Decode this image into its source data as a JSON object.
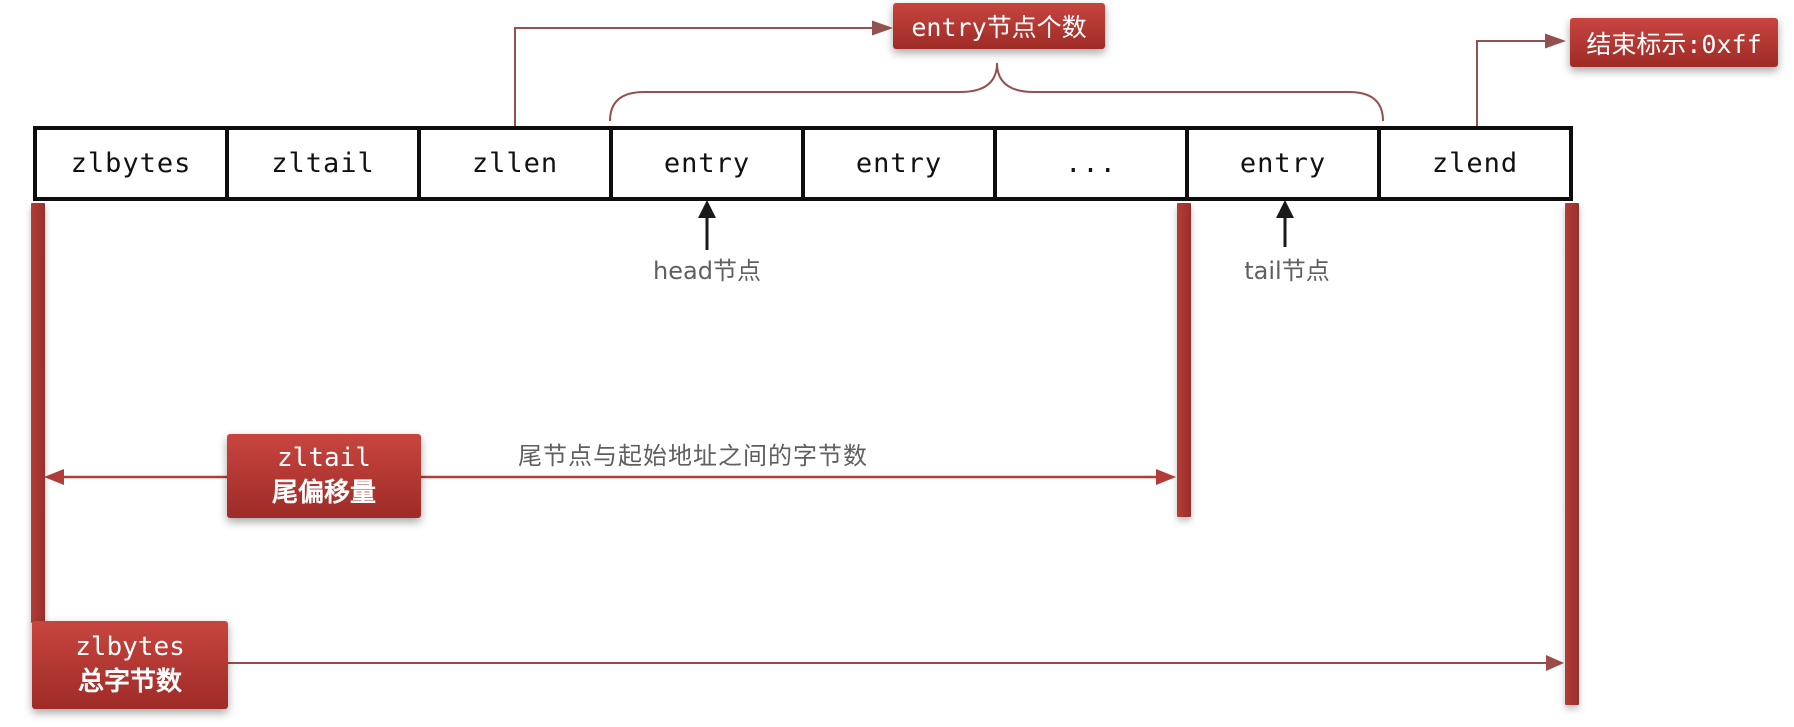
{
  "diagram_title": "Redis ziplist structure",
  "colors": {
    "label_red_top": "#c8453f",
    "label_red_bottom": "#9e2b27",
    "bar_red": "#a53531",
    "line_maroon": "#93524f",
    "arrow_crimson": "#b23c38",
    "arrow_dark_red": "#9d4a48",
    "arrow_black": "#1a1a1a",
    "gray_text": "#5f5f5f",
    "cell_text": "#111111",
    "cell_border": "#0d0d0d"
  },
  "row": {
    "cells": [
      "zlbytes",
      "zltail",
      "zllen",
      "entry",
      "entry",
      "...",
      "entry",
      "zlend"
    ]
  },
  "annotations": {
    "entry_count_label": "entry节点个数",
    "end_marker_label": "结束标示:0xff",
    "head_node_label": "head节点",
    "tail_node_label": "tail节点",
    "tail_offset_desc": "尾节点与起始地址之间的字节数",
    "zltail_box": {
      "line1": "zltail",
      "line2": "尾偏移量"
    },
    "zlbytes_box": {
      "line1": "zlbytes",
      "line2": "总字节数"
    }
  }
}
